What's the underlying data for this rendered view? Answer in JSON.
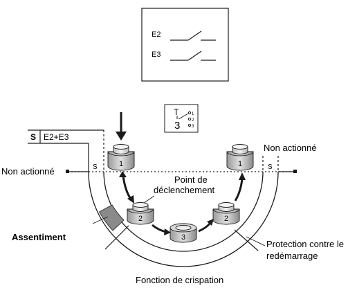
{
  "contacts_box": {
    "e2_label": "E2",
    "e3_label": "E3"
  },
  "switch_symbol": {
    "t_label": "T",
    "number_label": "3",
    "pin_1": "1",
    "pin_2": "2",
    "pin_3": "3"
  },
  "signal_table": {
    "s_label": "S",
    "combo_label": "E2+E3"
  },
  "labels": {
    "non_actionne_left": "Non actionné",
    "non_actionne_right": "Non actionné",
    "s_left": "S",
    "s_right": "S",
    "point_de": "Point de",
    "declenchement": "déclenchement",
    "assentiment": "Assentiment",
    "protection_line1": "Protection contre le",
    "protection_line2": "redémarrage",
    "fonction_crispation": "Fonction de crispation"
  },
  "buttons": {
    "top_left": "1",
    "top_right": "1",
    "mid_left": "2",
    "mid_right": "2",
    "bottom": "3"
  },
  "colors": {
    "stroke": "#1a1a1a",
    "button_face": "#c8c8c8",
    "button_top": "#e6e6e6",
    "assent_band": "#8a8a8a"
  }
}
